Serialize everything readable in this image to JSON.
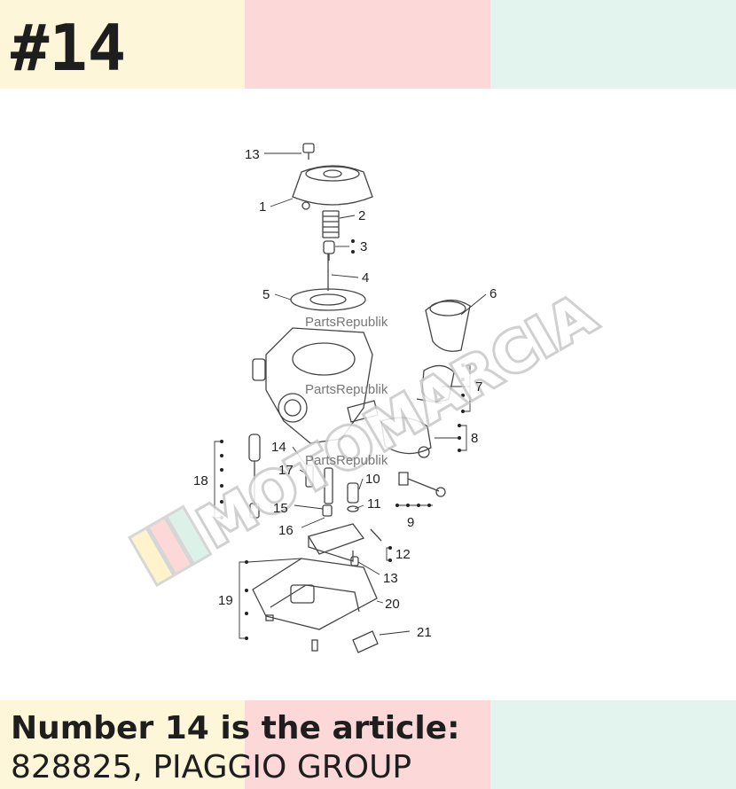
{
  "header": {
    "part_number_title": "#14"
  },
  "caption": {
    "line1": "Number 14 is the article:",
    "line2": "828825, PIAGGIO GROUP"
  },
  "colors": {
    "yellow": "#fef6d8",
    "pink": "#fdd8d8",
    "mint": "#e3f4ee",
    "text": "#1e1e1e"
  },
  "watermarks": {
    "parts_republik": [
      "PartsRepublik",
      "PartsRepublik",
      "PartsRepublik"
    ],
    "brand": "MOTOMARCIA"
  },
  "callouts": [
    "13",
    "1",
    "2",
    "3",
    "4",
    "5",
    "6",
    "7",
    "8",
    "14",
    "17",
    "18",
    "10",
    "11",
    "15",
    "16",
    "9",
    "12",
    "13",
    "19",
    "20",
    "21"
  ]
}
